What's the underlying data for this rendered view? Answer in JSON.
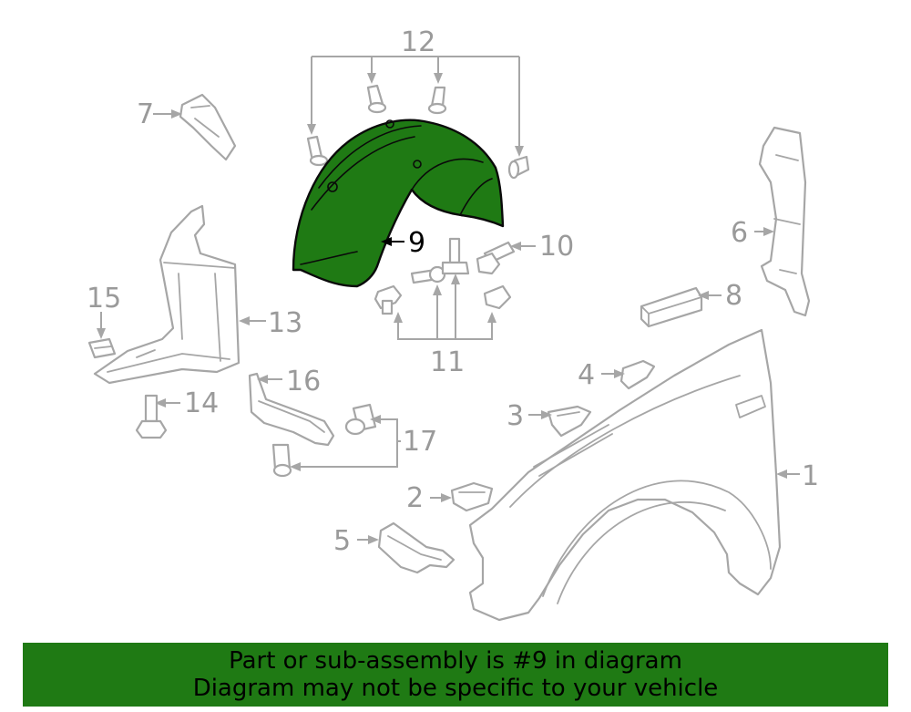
{
  "callouts": {
    "c1": "1",
    "c2": "2",
    "c3": "3",
    "c4": "4",
    "c5": "5",
    "c6": "6",
    "c7": "7",
    "c8": "8",
    "c9": "9",
    "c10": "10",
    "c11": "11",
    "c12": "12",
    "c13": "13",
    "c14": "14",
    "c15": "15",
    "c16": "16",
    "c17": "17"
  },
  "highlighted_part": "9",
  "colors": {
    "highlight": "#1f7a14",
    "line_art": "#a6a6a6",
    "callout_text": "#9a9a9a"
  },
  "banner": {
    "line1": "Part or sub-assembly is #9 in diagram",
    "line2": "Diagram may not be specific to your vehicle"
  }
}
